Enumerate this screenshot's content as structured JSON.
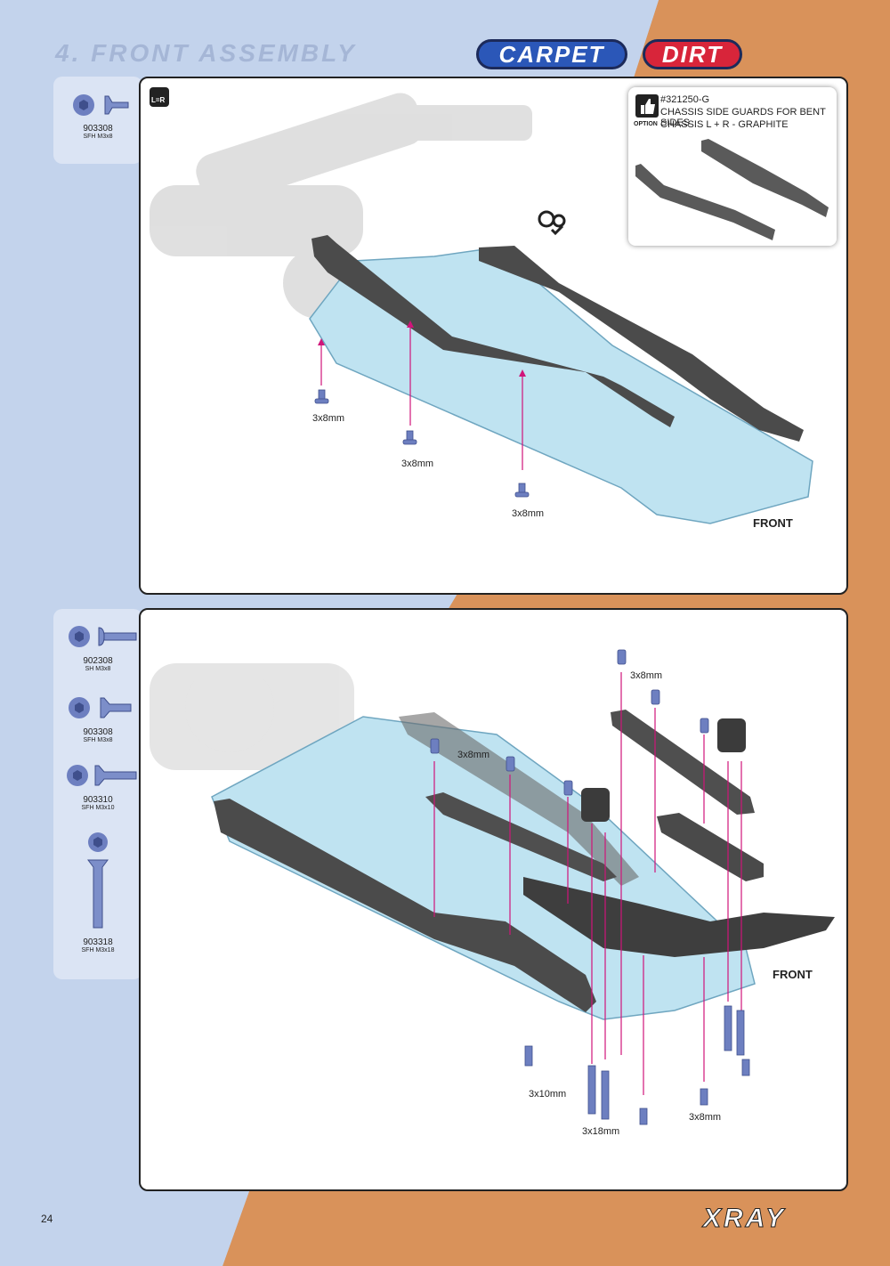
{
  "header": {
    "title": "4. FRONT ASSEMBLY",
    "badge_carpet": "CARPET",
    "badge_dirt": "DIRT"
  },
  "step1": {
    "parts": [
      {
        "code": "903308",
        "desc": "SFH M3x8",
        "icon": "flat-head-screw-icon"
      }
    ],
    "lr_label": "L=R",
    "dims": [
      "3x8mm",
      "3x8mm",
      "3x8mm"
    ],
    "front_label": "FRONT",
    "option": {
      "part_number": "#321250-G",
      "line1": "CHASSIS SIDE GUARDS FOR BENT SIDES",
      "line2": "CHASSIS L + R - GRAPHITE",
      "badge": "OPTION"
    }
  },
  "step2": {
    "parts": [
      {
        "code": "902308",
        "desc": "SH M3x8",
        "icon": "button-head-screw-icon"
      },
      {
        "code": "903308",
        "desc": "SFH M3x8",
        "icon": "flat-head-screw-icon"
      },
      {
        "code": "903310",
        "desc": "SFH M3x10",
        "icon": "flat-head-screw-icon"
      },
      {
        "code": "903318",
        "desc": "SFH M3x18",
        "icon": "long-flat-head-screw-icon"
      }
    ],
    "dims": [
      "3x8mm",
      "3x8mm",
      "3x10mm",
      "3x18mm",
      "3x8mm"
    ],
    "front_label": "FRONT"
  },
  "footer": {
    "page": "24",
    "logo": "XRAY"
  },
  "colors": {
    "blue_bg": "#c3d3ec",
    "orange_bg": "#d9925a",
    "screw": "#6d7fc0",
    "arrow": "#d0147a",
    "chassis": "#bfe3f1"
  }
}
